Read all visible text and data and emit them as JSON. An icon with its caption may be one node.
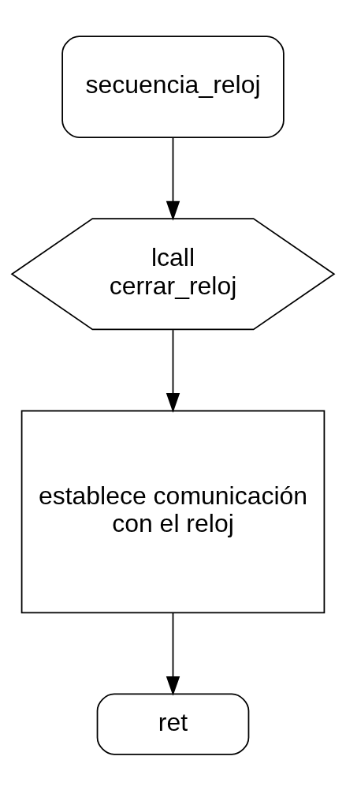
{
  "diagram": {
    "nodes": [
      {
        "text": [
          "secuencia_reloj"
        ]
      },
      {
        "text": [
          "lcall cerrar_reloj"
        ]
      },
      {
        "text": [
          "establece comunicación con el reloj"
        ]
      },
      {
        "text": [
          "ret"
        ]
      }
    ],
    "edges": [
      {
        "from": 0,
        "to": 1,
        "arrow": "to"
      },
      {
        "from": 1,
        "to": 2,
        "arrow": "to"
      },
      {
        "from": 2,
        "to": 3,
        "arrow": "to"
      }
    ]
  }
}
